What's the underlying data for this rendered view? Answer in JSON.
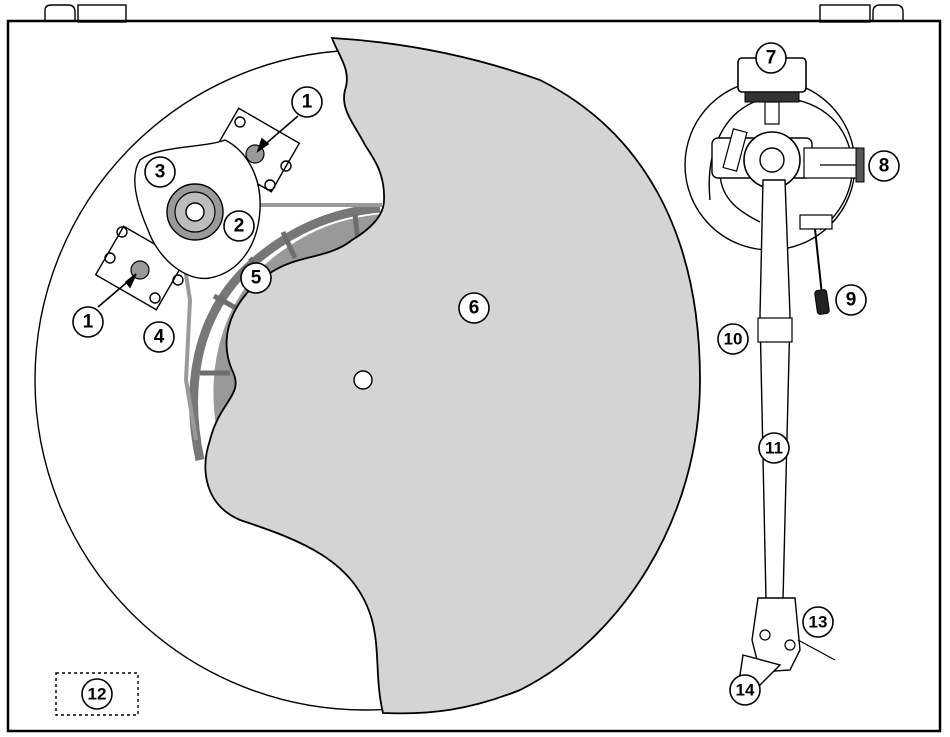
{
  "colors": {
    "outline": "#000000",
    "mat_fill": "#d4d4d4",
    "belt": "#9a9a9a",
    "drive_ring": "#777777",
    "pulley": "#999999",
    "background": "#ffffff"
  },
  "callouts": {
    "motor_screw_top": "1",
    "motor_screw_bottom": "1",
    "motor_pulley": "2",
    "motor_housing": "3",
    "motor_mount_plate": "4",
    "drive_belt": "5",
    "platter_mat": "6",
    "counterweight": "7",
    "anti_skate_dial": "8",
    "cue_lever": "9",
    "tonearm_base": "10",
    "tonearm": "11",
    "hinge_socket": "12",
    "headshell_screws": "13",
    "cartridge": "14"
  }
}
